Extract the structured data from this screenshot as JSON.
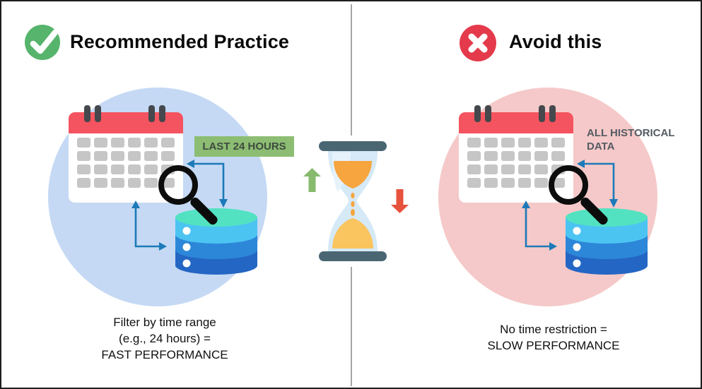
{
  "diagram": {
    "left": {
      "title": "Recommended Practice",
      "badge_icon": "check-circle",
      "tag_label": "LAST 24 HOURS",
      "caption": [
        "Filter by time range",
        "(e.g., 24 hours) =",
        "FAST PERFORMANCE"
      ]
    },
    "right": {
      "title": "Avoid this",
      "badge_icon": "x-circle",
      "tag_label": "ALL HISTORICAL DATA",
      "caption": [
        "No time restriction =",
        "SLOW PERFORMANCE"
      ]
    },
    "center": {
      "icon": "hourglass",
      "up_arrow": "performance-up",
      "down_arrow": "performance-down"
    },
    "calendar": {
      "columns": 6,
      "rows": 4
    },
    "colors": {
      "check_green": "#56b46c",
      "cross_red": "#e43a4b",
      "left_circle": "#c5d9f4",
      "right_circle": "#f5c9c9",
      "calendar_red": "#f4545f",
      "tag_green": "#8cbd72",
      "arrow_blue": "#1c7ab8",
      "db_teal": "#53e2c1",
      "db_blue_light": "#4cc4f2",
      "db_blue_mid": "#2d87d8",
      "db_blue_dark": "#2466c4",
      "hourglass_frame": "#4a6673",
      "sand_orange": "#f6a53f",
      "up_arrow_green": "#87ba6d",
      "down_arrow_red": "#e7523c"
    }
  }
}
